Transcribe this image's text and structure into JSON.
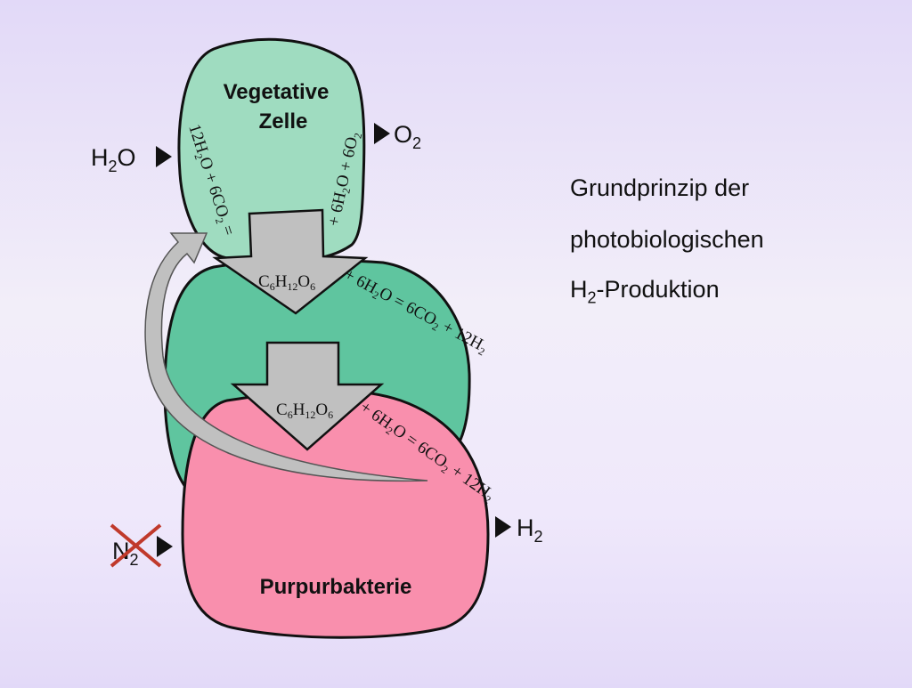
{
  "title": {
    "line1": "Grundprinzip der",
    "line2": "photobiologischen",
    "line3_main": "H",
    "line3_sub": "2",
    "line3_rest": "-Produktion"
  },
  "cells": {
    "vegetative_line1": "Vegetative",
    "vegetative_line2": "Zelle",
    "purple_bacterium": "Purpurbakterie"
  },
  "inputs": {
    "h2o": {
      "main": "H",
      "sub": "2",
      "rest": "O"
    },
    "n2": {
      "main": "N",
      "sub": "2"
    }
  },
  "outputs": {
    "o2": {
      "main": "O",
      "sub": "2"
    },
    "h2": {
      "main": "H",
      "sub": "2"
    }
  },
  "equations": {
    "eq_left": {
      "a": "12H",
      "a_sub": "2",
      "b": "O + 6CO",
      "b_sub": "2",
      "c": " ="
    },
    "eq_right": {
      "a": "+ 6H",
      "a_sub": "2",
      "b": "O + 6O",
      "b_sub": "2"
    },
    "glucose": {
      "c": "C",
      "c_sub": "6",
      "h": "H",
      "h_sub": "12",
      "o": "O",
      "o_sub": "6"
    },
    "mid_rest": {
      "a": "+ 6H",
      "a_sub": "2",
      "b": "O = 6CO",
      "b_sub": "2",
      "c": " + 12H",
      "c_sub": "2"
    },
    "bottom_rest": {
      "a": "+ 6H",
      "a_sub": "2",
      "b": "O = 6CO",
      "b_sub": "2",
      "c": " + 12H",
      "c_sub": "2"
    }
  },
  "colors": {
    "vegetative_cell": "#9fdcc0",
    "middle_cell": "#5fc59f",
    "purple_cell": "#f98fad",
    "arrow_gray": "#c0c0c0",
    "cross_red": "#c0392b"
  }
}
